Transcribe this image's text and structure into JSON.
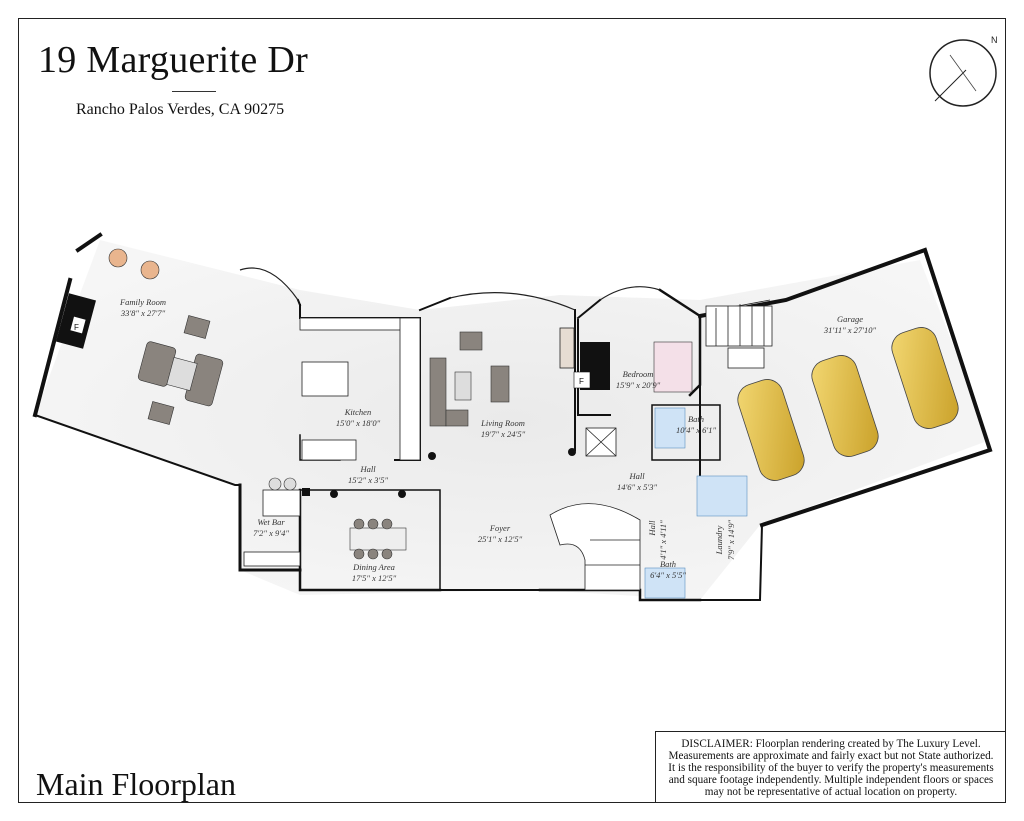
{
  "header": {
    "address": "19 Marguerite Dr",
    "city": "Rancho Palos Verdes, CA 90275"
  },
  "compass": {
    "north_label": "N"
  },
  "footer": {
    "title": "Main Floorplan",
    "disclaimer_label": "DISCLAIMER:",
    "disclaimer_text": "Floorplan rendering created by The Luxury Level. Measurements are approximate and fairly exact but not State authorized. It is the responsibility of the buyer to verify the property's measurements and square footage independently. Multiple independent floors or spaces may not be representative of actual location on property."
  },
  "rooms": [
    {
      "id": "family-room",
      "name": "Family Room",
      "dims": "33'8\" x 27'7\""
    },
    {
      "id": "kitchen",
      "name": "Kitchen",
      "dims": "15'0\" x 18'0\""
    },
    {
      "id": "hall-1",
      "name": "Hall",
      "dims": "15'2\" x 3'5\""
    },
    {
      "id": "wet-bar",
      "name": "Wet Bar",
      "dims": "7'2\" x 9'4\""
    },
    {
      "id": "dining-area",
      "name": "Dining Area",
      "dims": "17'5\" x 12'5\""
    },
    {
      "id": "living-room",
      "name": "Living Room",
      "dims": "19'7\" x 24'5\""
    },
    {
      "id": "foyer",
      "name": "Foyer",
      "dims": "25'1\" x 12'5\""
    },
    {
      "id": "bedroom",
      "name": "Bedroom",
      "dims": "15'9\" x 20'9\""
    },
    {
      "id": "bath-1",
      "name": "Bath",
      "dims": "10'4\" x 6'1\""
    },
    {
      "id": "hall-2",
      "name": "Hall",
      "dims": "14'6\" x 5'3\""
    },
    {
      "id": "hall-3",
      "name": "Hall",
      "dims": "4'1\" x 4'11\""
    },
    {
      "id": "laundry",
      "name": "Laundry",
      "dims": "7'9\" x 14'9\""
    },
    {
      "id": "bath-2",
      "name": "Bath",
      "dims": "6'4\" x 5'5\""
    },
    {
      "id": "garage",
      "name": "Garage",
      "dims": "31'11\" x 27'10\""
    }
  ],
  "fireplace_label": "F"
}
